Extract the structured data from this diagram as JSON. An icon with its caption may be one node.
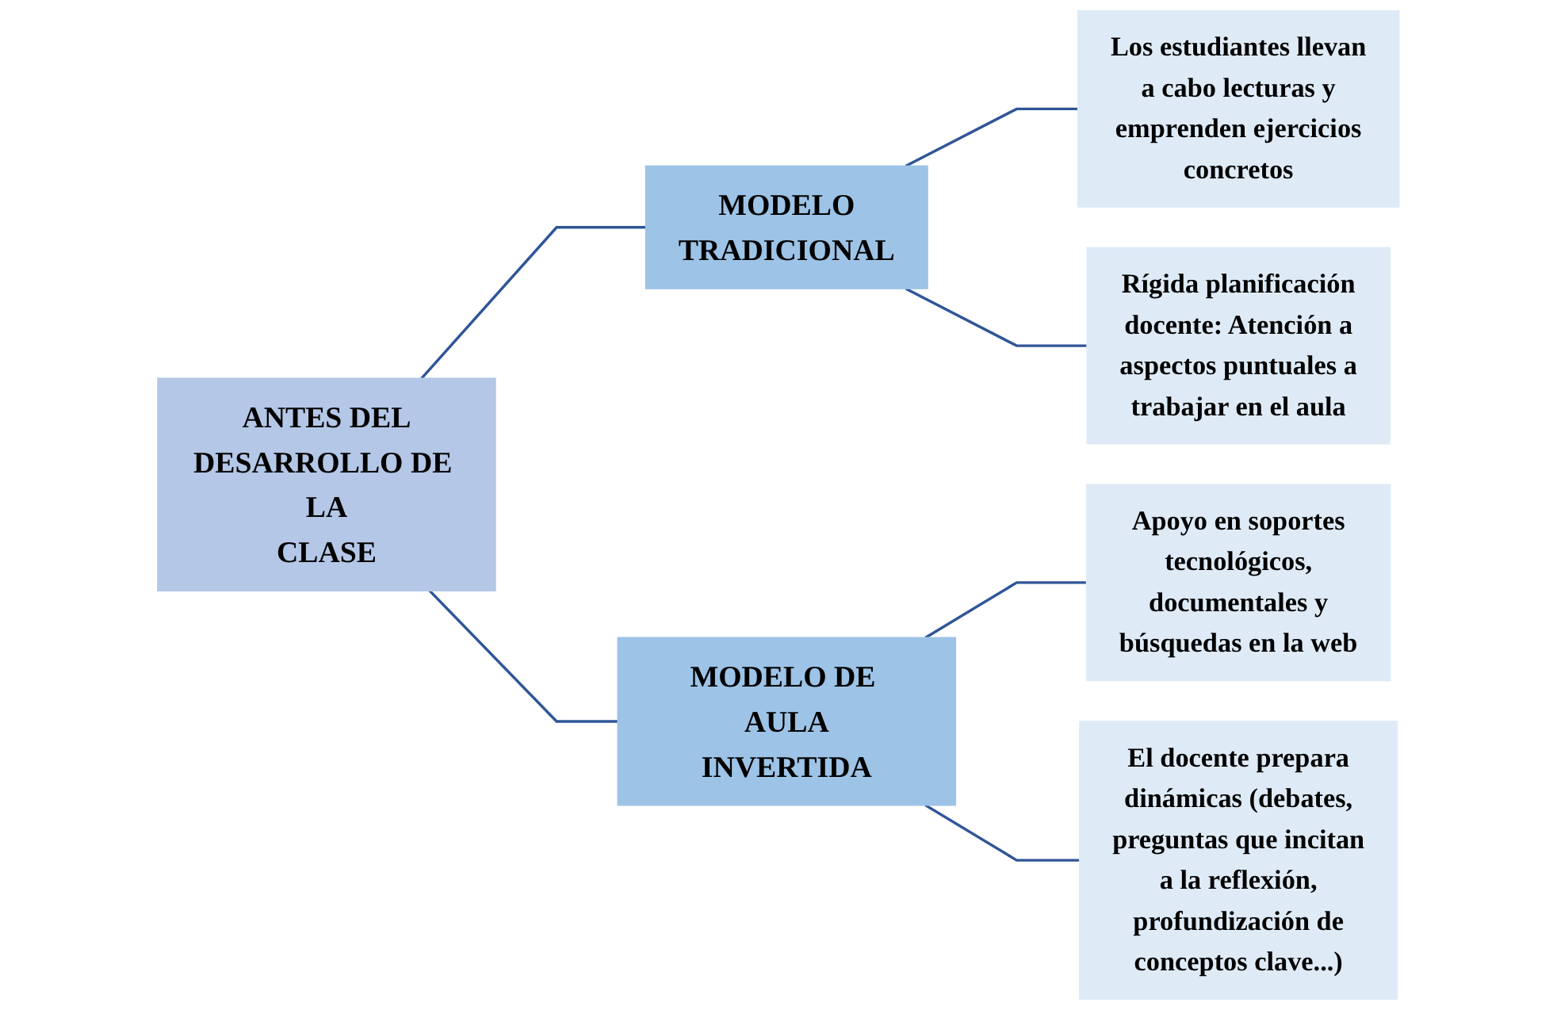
{
  "diagram": {
    "nodes": [
      {
        "text": [
          "ANTES DEL DESARROLLO DE LA CLASE"
        ]
      },
      {
        "text": [
          "MODELO TRADICIONAL"
        ]
      },
      {
        "text": [
          "Los estudiantes llevan a cabo lecturas y emprenden ejercicios concretos"
        ]
      },
      {
        "text": [
          "Rígida planificación docente: Atención a aspectos puntuales a trabajar en el aula"
        ]
      },
      {
        "text": [
          "MODELO DE AULA INVERTIDA"
        ]
      },
      {
        "text": [
          "Apoyo en soportes tecnológicos, documentales y búsquedas en la web"
        ]
      },
      {
        "text": [
          "El docente prepara dinámicas (debates, preguntas que incitan a la reflexión, profundización de conceptos clave...)"
        ]
      }
    ],
    "edges": [
      {
        "from": 0,
        "to": 1,
        "arrow": "none"
      },
      {
        "from": 1,
        "to": 2,
        "arrow": "none"
      },
      {
        "from": 1,
        "to": 3,
        "arrow": "none"
      },
      {
        "from": 0,
        "to": 4,
        "arrow": "none"
      },
      {
        "from": 4,
        "to": 5,
        "arrow": "none"
      },
      {
        "from": 4,
        "to": 6,
        "arrow": "none"
      }
    ]
  }
}
